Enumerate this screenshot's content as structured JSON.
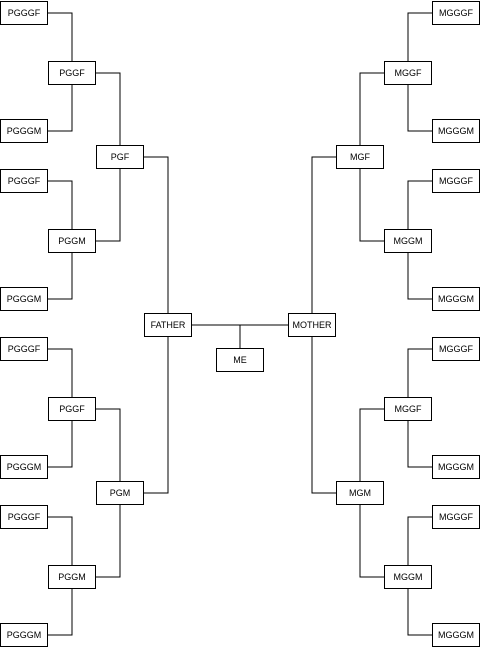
{
  "tree": {
    "me": "ME",
    "father": "FATHER",
    "mother": "MOTHER",
    "paternal": {
      "grandfather": {
        "label": "PGF",
        "great_grandfather": {
          "label": "PGGF",
          "father": "PGGGF",
          "mother": "PGGGM"
        },
        "great_grandmother": {
          "label": "PGGM",
          "father": "PGGGF",
          "mother": "PGGGM"
        }
      },
      "grandmother": {
        "label": "PGM",
        "great_grandfather": {
          "label": "PGGF",
          "father": "PGGGF",
          "mother": "PGGGM"
        },
        "great_grandmother": {
          "label": "PGGM",
          "father": "PGGGF",
          "mother": "PGGGM"
        }
      }
    },
    "maternal": {
      "grandfather": {
        "label": "MGF",
        "great_grandfather": {
          "label": "MGGF",
          "father": "MGGGF",
          "mother": "MGGGM"
        },
        "great_grandmother": {
          "label": "MGGM",
          "father": "MGGGF",
          "mother": "MGGGM"
        }
      },
      "grandmother": {
        "label": "MGM",
        "great_grandfather": {
          "label": "MGGF",
          "father": "MGGGF",
          "mother": "MGGGM"
        },
        "great_grandmother": {
          "label": "MGGM",
          "father": "MGGGF",
          "mother": "MGGGM"
        }
      }
    }
  }
}
